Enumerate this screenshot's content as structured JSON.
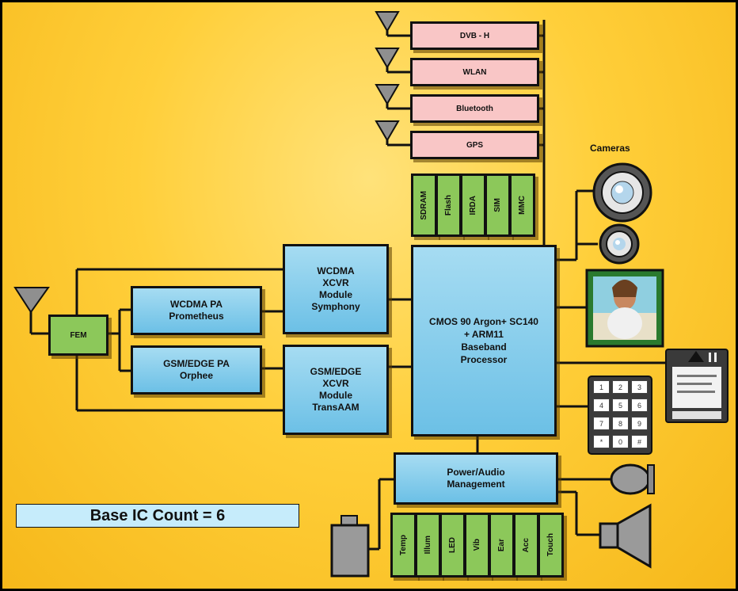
{
  "processor": {
    "lines": [
      "CMOS 90 Argon+ SC140",
      "+ ARM11",
      "Baseband",
      "Processor"
    ]
  },
  "wcdma_xcvr": {
    "lines": [
      "WCDMA",
      "XCVR",
      "Module",
      "Symphony"
    ]
  },
  "gsm_xcvr": {
    "lines": [
      "GSM/EDGE",
      "XCVR",
      "Module",
      "TransAAM"
    ]
  },
  "wcdma_pa": {
    "lines": [
      "WCDMA PA",
      "Prometheus"
    ]
  },
  "gsm_pa": {
    "lines": [
      "GSM/EDGE PA",
      "Orphee"
    ]
  },
  "fem": {
    "label": "FEM"
  },
  "radios": [
    "DVB - H",
    "WLAN",
    "Bluetooth",
    "GPS"
  ],
  "memory": [
    "SDRAM",
    "Flash",
    "IRDA",
    "SIM",
    "MMC"
  ],
  "power": {
    "lines": [
      "Power/Audio",
      "Management"
    ]
  },
  "peripherals": [
    "Temp",
    "Illum",
    "LED",
    "Vib",
    "Ear",
    "Acc",
    "Touch"
  ],
  "cameras_label": "Cameras",
  "keypad": [
    "1",
    "2",
    "3",
    "4",
    "5",
    "6",
    "7",
    "8",
    "9",
    "*",
    "0",
    "#"
  ],
  "ic_count": "Base IC Count = 6",
  "colors": {
    "background": "#ffcf3a",
    "block_blue": "#6cc0e6",
    "block_green": "#8cc85a",
    "block_pink": "#f9c6c6",
    "count_box": "#c6ecfb",
    "antenna": "#8f8f8f"
  }
}
